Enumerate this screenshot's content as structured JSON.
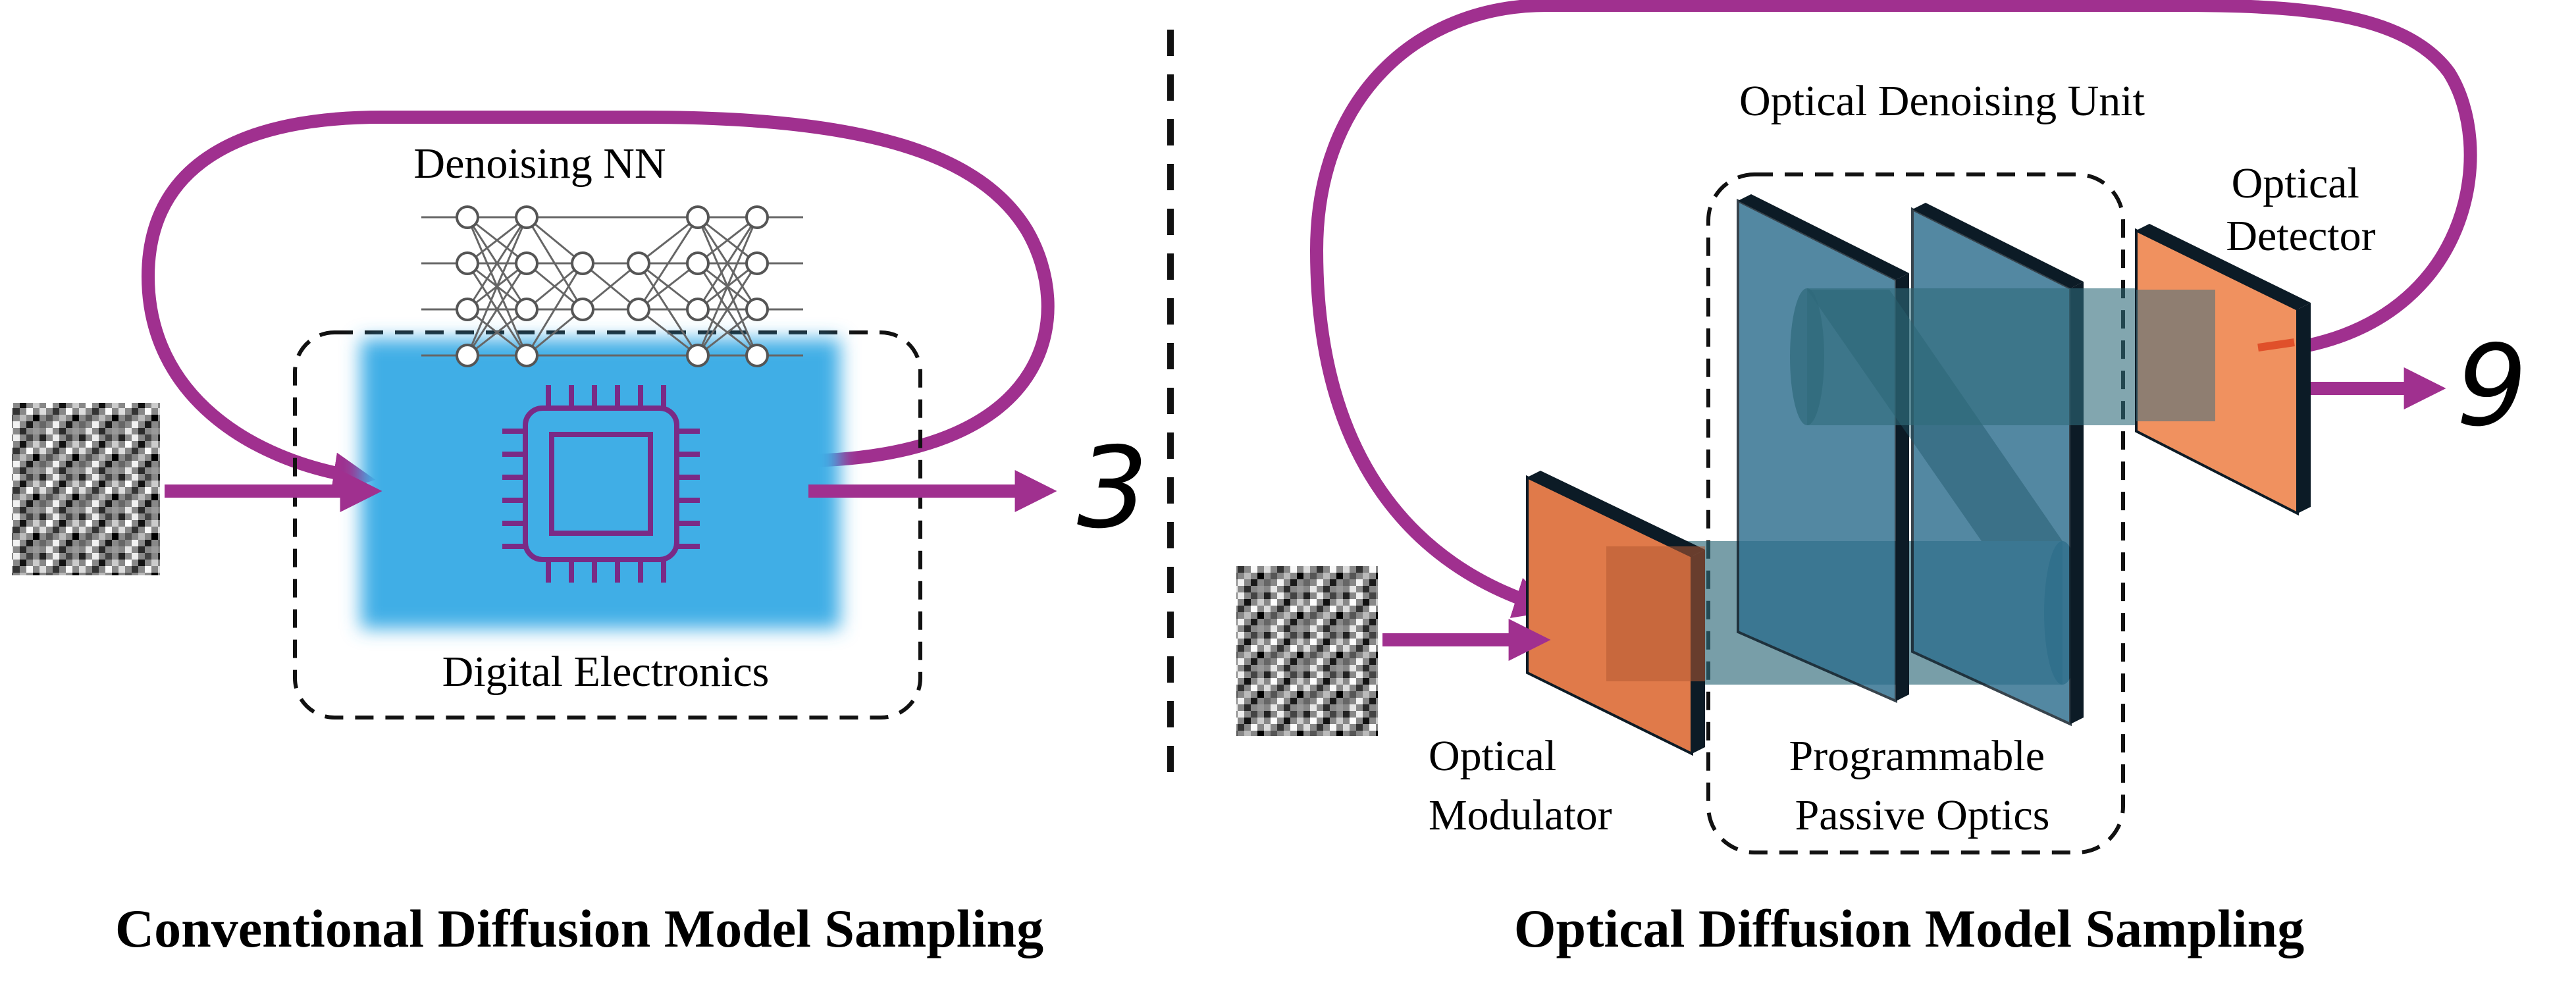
{
  "colors": {
    "loop": "#a0308f",
    "chip_glow": "#3faee6",
    "chip_line": "#7a2a86",
    "modulator": "#e07a4a",
    "optic_plate": "#2e6f8e",
    "beam": "#2f6a7a",
    "frame_edge": "#0c1b26",
    "dashed": "#111111"
  },
  "left_panel": {
    "nn_label": "Denoising NN",
    "block_label": "Digital Electronics",
    "output_digit": "3",
    "caption": "Conventional Diffusion Model Sampling",
    "chip_icon": "processor-chip-icon"
  },
  "right_panel": {
    "unit_label": "Optical Denoising Unit",
    "detector_label": [
      "Optical",
      "Detector"
    ],
    "modulator_label": [
      "Optical",
      "Modulator"
    ],
    "optics_label": [
      "Programmable",
      "Passive Optics"
    ],
    "output_digit": "9",
    "caption": "Optical Diffusion Model Sampling"
  }
}
